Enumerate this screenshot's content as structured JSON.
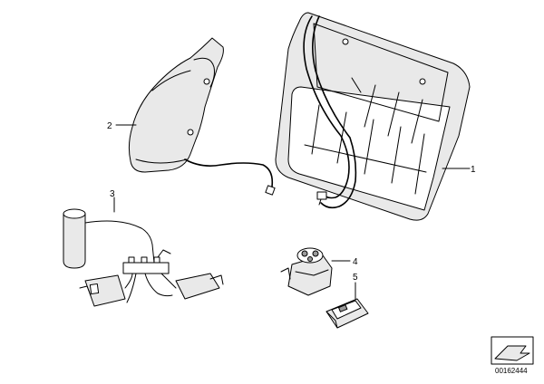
{
  "callouts": {
    "c1": "1",
    "c2": "2",
    "c3": "3",
    "c4": "4",
    "c5": "5"
  },
  "reference_number": "00162444",
  "icons": {
    "corner_symbol": "catalog-page-corner-icon"
  }
}
